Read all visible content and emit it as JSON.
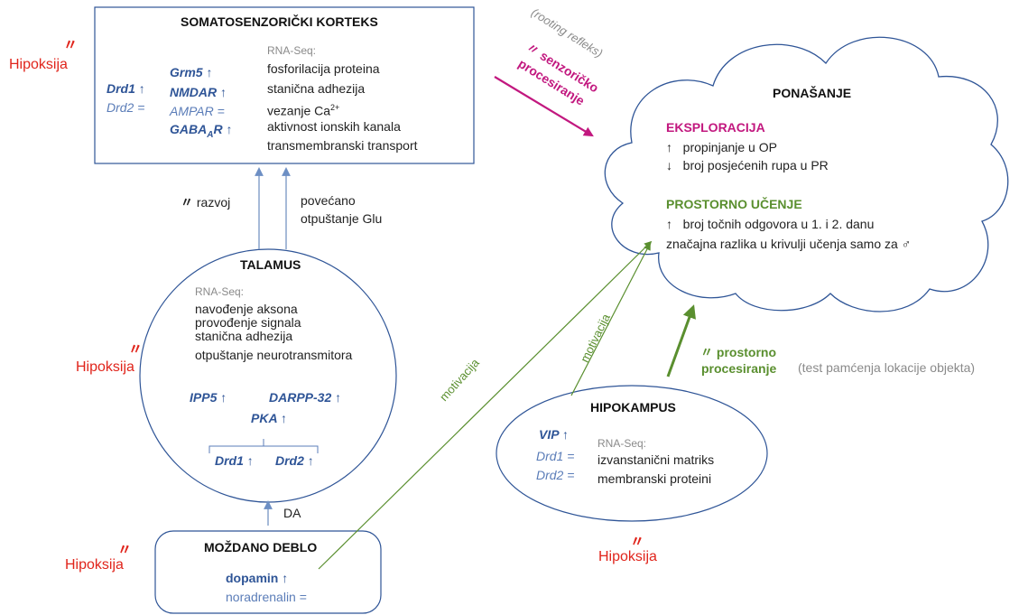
{
  "boxes": {
    "cortex": {
      "title": "SOMATOSENZORIČKI KORTEKS",
      "rnaseq_label": "RNA-Seq:",
      "drd1": "Drd1",
      "drd2": "Drd2 =",
      "grm5": "Grm5",
      "nmdar": "NMDAR",
      "ampar": "AMPAR =",
      "gaba": "GABA",
      "gaba_sub": "A",
      "gaba_r": "R",
      "rnaseq_items": [
        "fosforilacija proteina",
        "stanična adhezija",
        "vezanje Ca",
        "aktivnost ionskih kanala",
        "transmembranski transport"
      ],
      "ca_sup": "2+"
    },
    "thalamus": {
      "title": "TALAMUS",
      "rnaseq_label": "RNA-Seq:",
      "rnaseq_items": [
        "navođenje aksona",
        "provođenje signala",
        "stanična adhezija",
        "otpuštanje neurotransmitora"
      ],
      "ipp5": "IPP5",
      "darpp": "DARPP-32",
      "pka": "PKA",
      "drd1": "Drd1",
      "drd2": "Drd2"
    },
    "brainstem": {
      "title": "MOŽDANO DEBLO",
      "dopamin": "dopamin",
      "noradrenalin": "noradrenalin ="
    },
    "hippocampus": {
      "title": "HIPOKAMPUS",
      "vip": "VIP",
      "drd1": "Drd1 =",
      "drd2": "Drd2 =",
      "rnaseq_label": "RNA-Seq:",
      "rnaseq_items": [
        "izvanstanični matriks",
        "membranski proteini"
      ]
    },
    "behavior": {
      "title": "PONAŠANJE",
      "exploration_title": "EKSPLORACIJA",
      "exploration_items": [
        "propinjanje u OP",
        "broj posjećenih rupa u PR"
      ],
      "spatial_title": "PROSTORNO UČENJE",
      "spatial_items": [
        "broj točnih odgovora u 1. i 2. danu",
        "značajna razlika u krivulji učenja samo za ♂"
      ]
    }
  },
  "labels": {
    "hypoxia": "Hipoksija",
    "razvoj": "razvoj",
    "glu_line1": "povećano",
    "glu_line2": "otpuštanje Glu",
    "da": "DA",
    "motivacija": "motivacija",
    "rooting": "(rooting refleks)",
    "sensory_line1": "senzoričko",
    "sensory_line2": "procesiranje",
    "spatial_line1": "prostorno",
    "spatial_line2": "procesiranje",
    "object_test": "(test pamćenja lokacije objekta)"
  },
  "symbols": {
    "up": "↑",
    "down": "↓",
    "bolt": "〃"
  },
  "colors": {
    "box_border": "#2f5597",
    "arrow_blue": "#7f9cc8",
    "arrow_green": "#5a8f2f",
    "arrow_magenta": "#c2187f",
    "hypoxia_red": "#e0241b"
  }
}
